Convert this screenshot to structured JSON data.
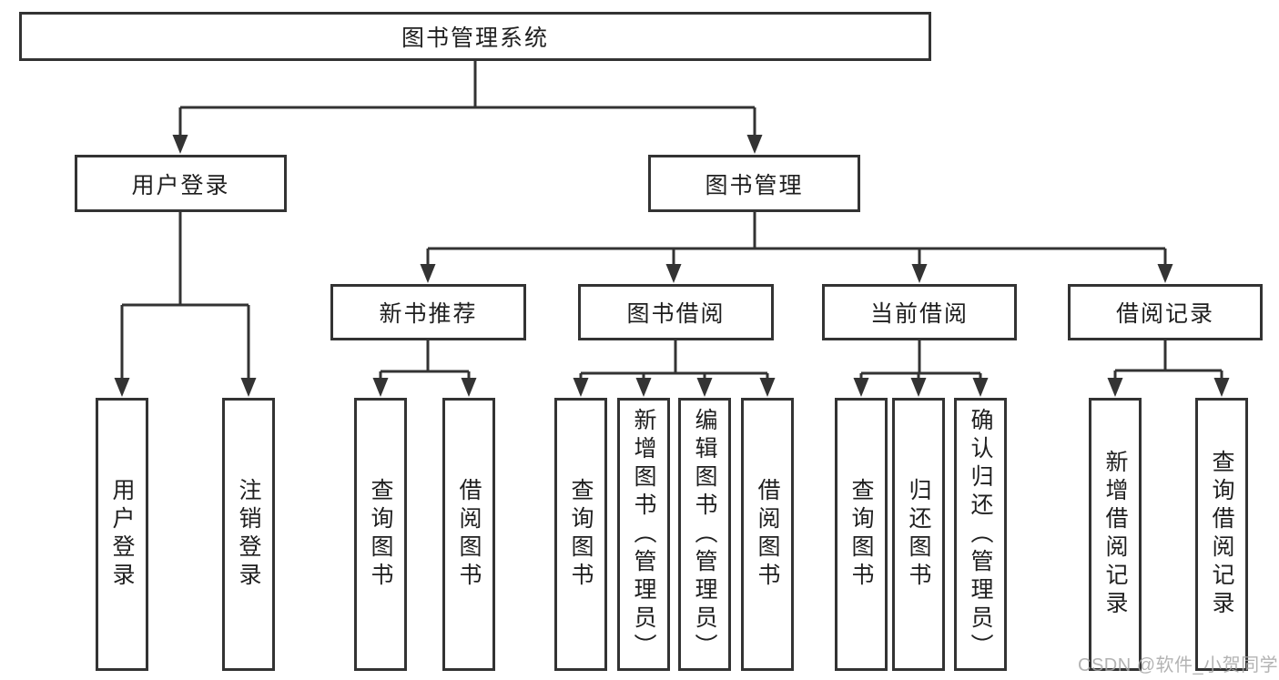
{
  "diagram": {
    "root": "图书管理系统",
    "level2": [
      "用户登录",
      "图书管理"
    ],
    "level3": [
      "新书推荐",
      "图书借阅",
      "当前借阅",
      "借阅记录"
    ],
    "leaves": {
      "user_login": [
        "用户登录",
        "注销登录"
      ],
      "new_book": [
        "查询图书",
        "借阅图书"
      ],
      "book_borrow": [
        "查询图书",
        "新增图书（管理员）",
        "编辑图书（管理员）",
        "借阅图书"
      ],
      "current_borrow": [
        "查询图书",
        "归还图书",
        "确认归还（管理员）"
      ],
      "borrow_record": [
        "新增借阅记录",
        "查询借阅记录"
      ]
    }
  },
  "watermark": "CSDN @软件_小贺同学",
  "colors": {
    "line": "#333333",
    "text": "#1f1f1f",
    "watermark": "#a6a6a6",
    "background": "#ffffff"
  }
}
